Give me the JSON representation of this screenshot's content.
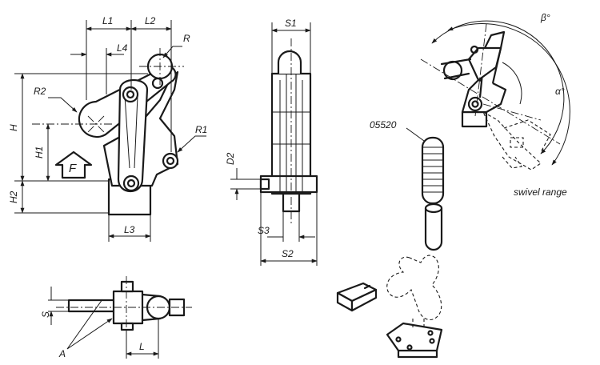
{
  "side_view": {
    "dims": {
      "l1": "L1",
      "l2": "L2",
      "l4": "L4",
      "r": "R",
      "r1": "R1",
      "r2": "R2",
      "h": "H",
      "h1": "H1",
      "h2": "H2",
      "l3": "L3"
    },
    "force": "F"
  },
  "front_view": {
    "dims": {
      "s1": "S1",
      "d2": "D2",
      "s3": "S3",
      "s2": "S2"
    }
  },
  "top_view": {
    "dims": {
      "s": "S",
      "a": "A",
      "l": "L"
    }
  },
  "swivel_view": {
    "beta": "β°",
    "alpha": "α°",
    "caption": "swivel range"
  },
  "accessory": {
    "part_number": "05520"
  }
}
